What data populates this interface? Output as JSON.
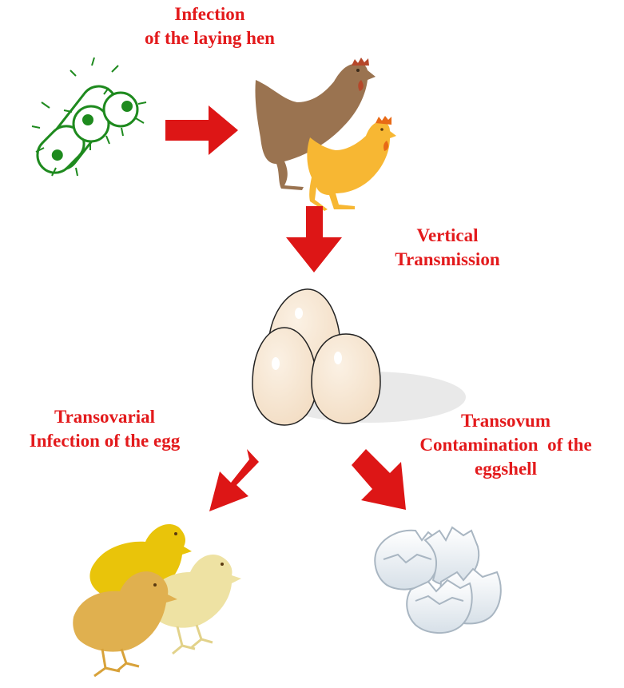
{
  "labels": {
    "infection": [
      "Infection",
      "of the laying hen"
    ],
    "vertical": [
      "Vertical",
      "Transmission"
    ],
    "transovarial": [
      "Transovarial",
      "Infection of the egg"
    ],
    "transovum": [
      "Transovum",
      "Contamination  of the",
      "eggshell"
    ]
  },
  "colors": {
    "arrow": "#dd1616",
    "label": "#e31a1c",
    "bacteria": "#1e8a1e",
    "hen_brown": "#9a7350",
    "hen_orange": "#f7b733",
    "egg": "#f6e6d2",
    "chick_yellow": "#e9c40a",
    "chick_orange": "#e0b04f",
    "chick_pale": "#eee2a3",
    "shell": "#dfe6ec"
  },
  "icons": [
    "bacteria-icon",
    "hen-icon",
    "eggs-icon",
    "chicks-icon",
    "broken-eggshell-icon"
  ]
}
